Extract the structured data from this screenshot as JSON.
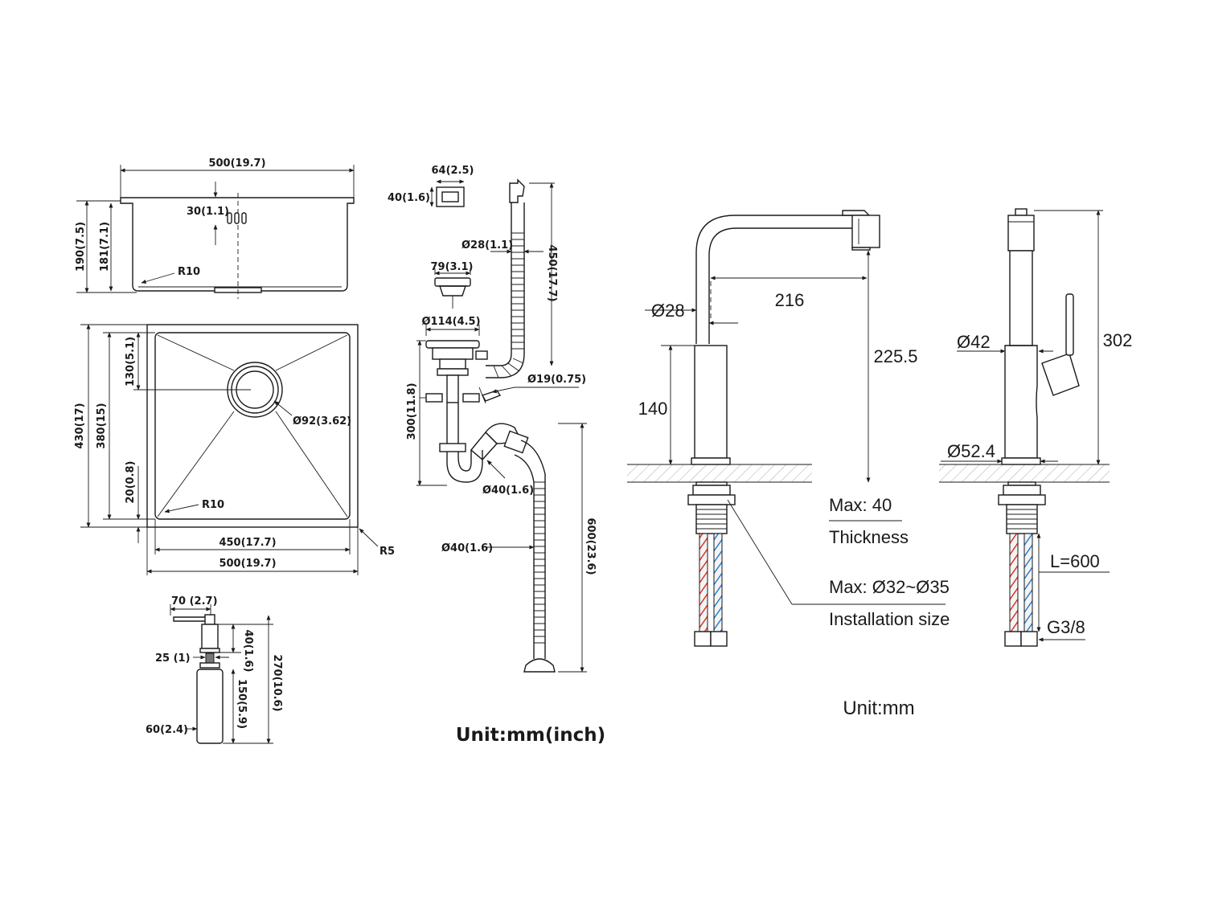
{
  "sink_top": {
    "width_label": "500(19.7)",
    "depth_total_label": "190(7.5)",
    "depth_inner_label": "181(7.1)",
    "overflow_label": "30(1.1)",
    "corner_label": "R10"
  },
  "sink_plan": {
    "outer_height_label": "430(17)",
    "inner_height_label": "380(15)",
    "drain_offset_label": "130(5.1)",
    "bottom_margin_label": "20(0.8)",
    "drain_dia_label": "Ø92(3.62)",
    "corner_label": "R10",
    "outer_corner_label": "R5",
    "inner_width_label": "450(17.7)",
    "outer_width_label": "500(19.7)"
  },
  "soap_dispenser": {
    "spout_label": "70  (2.7)",
    "head_height_label": "40(1.6)",
    "thread_label": "25  (1)",
    "total_height_label": "270(10.6)",
    "bottle_height_label": "150(5.9)",
    "bottle_dia_label": "60(2.4)"
  },
  "drain_kit": {
    "overflow_w_label": "64(2.5)",
    "overflow_h_label": "40(1.6)",
    "hose_dia_label": "Ø28(1.1)",
    "hose_len_label": "450(17.7)",
    "basket_label": "79(3.1)",
    "flange_label": "Ø114(4.5)",
    "inlet_label": "Ø19(0.75)",
    "trap_height_label": "300(11.8)",
    "trap_dia_label": "Ø40(1.6)",
    "pipe_dia_label": "Ø40(1.6)",
    "pipe_len_label": "600(23.6)",
    "unit_label": "Unit:mm(inch)"
  },
  "faucet_side": {
    "spout_dia_label": "Ø28",
    "reach_label": "216",
    "height_label": "225.5",
    "body_height_label": "140",
    "thickness_value": "Max: 40",
    "thickness_caption": "Thickness",
    "hole_value": "Max: Ø32~Ø35",
    "hole_caption": "Installation size"
  },
  "faucet_front": {
    "body_dia_label": "Ø42",
    "total_height_label": "302",
    "base_dia_label": "Ø52.4",
    "hose_len_label": "L=600",
    "thread_label": "G3/8"
  },
  "unit_label": "Unit:mm",
  "colors": {
    "line": "#1a1a1a",
    "hot": "#d9342b",
    "cold": "#2a7fd1"
  }
}
